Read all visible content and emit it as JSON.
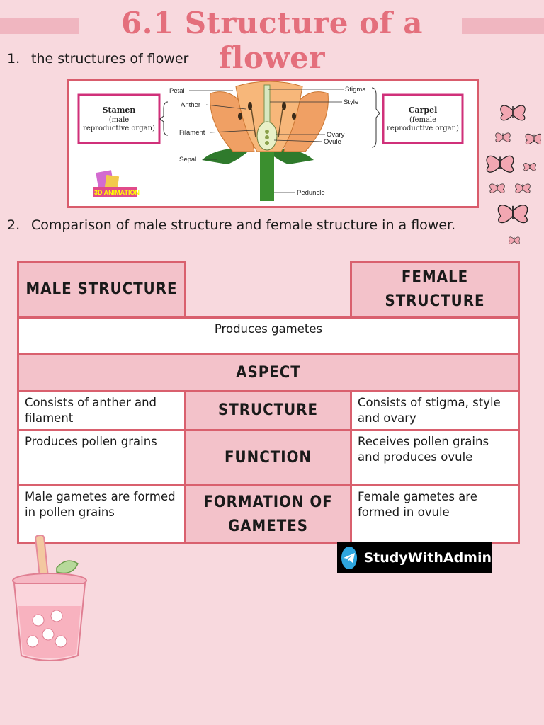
{
  "title": "6.1 Structure of a flower",
  "heading1": {
    "num": "1.",
    "text": "the structures of flower"
  },
  "heading2": {
    "num": "2.",
    "text": "Comparison of male structure and female structure in a flower."
  },
  "diagram": {
    "stamen_title": "Stamen",
    "stamen_sub1": "(male",
    "stamen_sub2": "reproductive organ)",
    "carpel_title": "Carpel",
    "carpel_sub1": "(female",
    "carpel_sub2": "reproductive organ)",
    "labels": {
      "petal": "Petal",
      "anther": "Anther",
      "filament": "Filament",
      "sepal": "Sepal",
      "stigma": "Stigma",
      "style": "Style",
      "ovary": "Ovary",
      "ovule": "Ovule",
      "peduncle": "Peduncle"
    },
    "logo_text": "3D ANIMATION"
  },
  "table": {
    "header_male": "MALE STRUCTURE",
    "header_female": "FEMALE STRUCTURE",
    "common": "Produces gametes",
    "aspect": "ASPECT",
    "rows": [
      {
        "male": "Consists of anther and filament",
        "aspect": "STRUCTURE",
        "female": "Consists of stigma, style and ovary"
      },
      {
        "male": "Produces pollen grains",
        "aspect": "FUNCTION",
        "female": "Receives pollen grains and produces ovule"
      },
      {
        "male": "Male gametes are formed in pollen grains",
        "aspect": "FORMATION OF GAMETES",
        "female": "Female gametes are formed in ovule"
      }
    ]
  },
  "badge": {
    "icon": "telegram-icon",
    "text": "StudyWithAdmin"
  },
  "colors": {
    "accent": "#e46f7c",
    "border": "#d9606e",
    "cell_pink": "#f3c2ca",
    "background": "#f8d9de"
  }
}
